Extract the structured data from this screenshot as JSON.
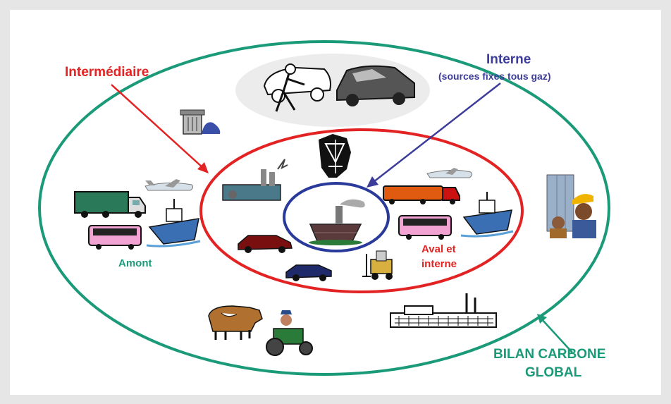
{
  "labels": {
    "intermediaire": "Intermédiaire",
    "interne_title": "Interne",
    "interne_sub": "(sources fixes tous gaz)",
    "amont": "Amont",
    "aval_line1": "Aval et",
    "aval_line2": "interne",
    "bilan_line1": "BILAN CARBONE",
    "bilan_line2": "GLOBAL"
  },
  "colors": {
    "outer_ring": "#1a9a78",
    "middle_ring": "#e32323",
    "inner_ring": "#2a3a9a",
    "intermediaire": "#e32323",
    "interne": "#3c3c9a",
    "amont": "#1a9a78",
    "aval": "#e32323",
    "bilan": "#1a9a78"
  },
  "icons": [
    "car-mechanic-icon",
    "car-icon",
    "trash-can-icon",
    "refinery-icon",
    "truck-icon",
    "airplane-icon",
    "bus-icon",
    "ship-icon",
    "factory-icon",
    "power-plant-icon",
    "tanker-truck-icon",
    "forklift-icon",
    "cow-icon",
    "tractor-icon",
    "workers-icon",
    "industrial-plant-icon",
    "office-icon"
  ]
}
